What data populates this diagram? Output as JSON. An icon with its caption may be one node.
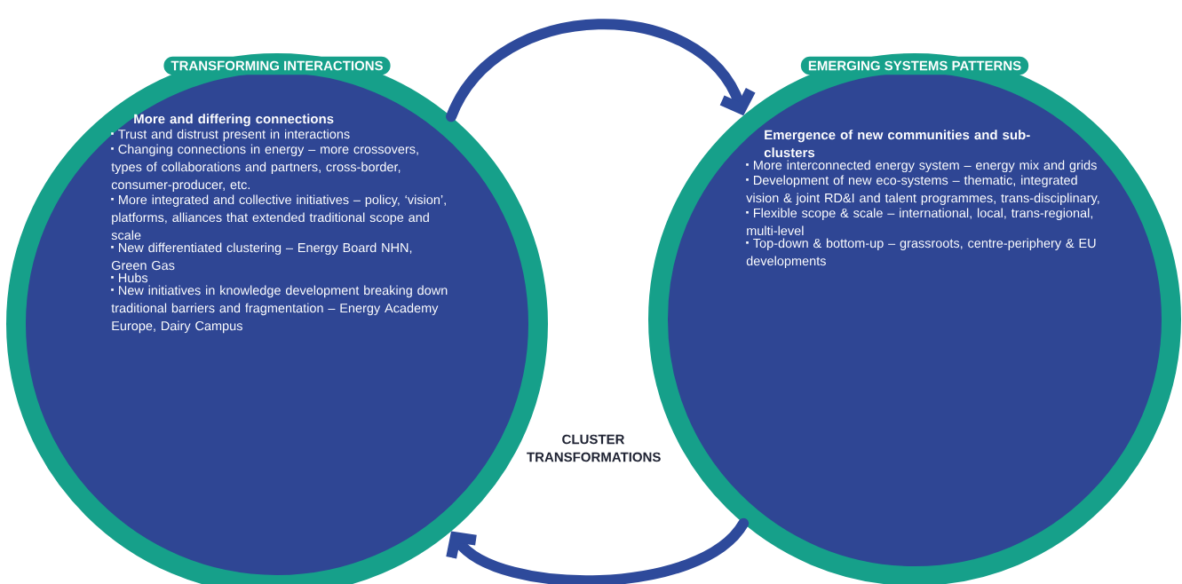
{
  "diagram": {
    "nodes": [
      {
        "text": [
          "TRANSFORMING INTERACTIONS",
          "More and differing connections",
          "Trust and distrust present in interactions",
          "Changing connections in energy – more crossovers, types of collaborations and partners, cross-border, consumer-producer, etc.",
          "More integrated and collective initiatives – policy, ‘vision’, platforms, alliances that extended traditional scope and scale",
          "New differentiated clustering – Energy Board NHN, Green Gas",
          "Hubs",
          "New initiatives in knowledge development breaking down traditional barriers and fragmentation – Energy Academy Europe, Dairy Campus"
        ]
      },
      {
        "text": [
          "EMERGING SYSTEMS PATTERNS",
          "Emergence of new communities and sub-clusters",
          "More interconnected energy system – energy mix and grids",
          "Development of new eco-systems – thematic, integrated vision & joint RD&I and talent programmes, trans-disciplinary,",
          "Flexible scope & scale – international, local, trans-regional, multi-level",
          "Top-down & bottom-up – grassroots, centre-periphery & EU developments"
        ]
      }
    ],
    "edges": [
      {
        "from": 0,
        "to": 1,
        "arrow": "to"
      },
      {
        "from": 1,
        "to": 0,
        "arrow": "to"
      }
    ],
    "labels": [
      "CLUSTER TRANSFORMATIONS"
    ]
  }
}
